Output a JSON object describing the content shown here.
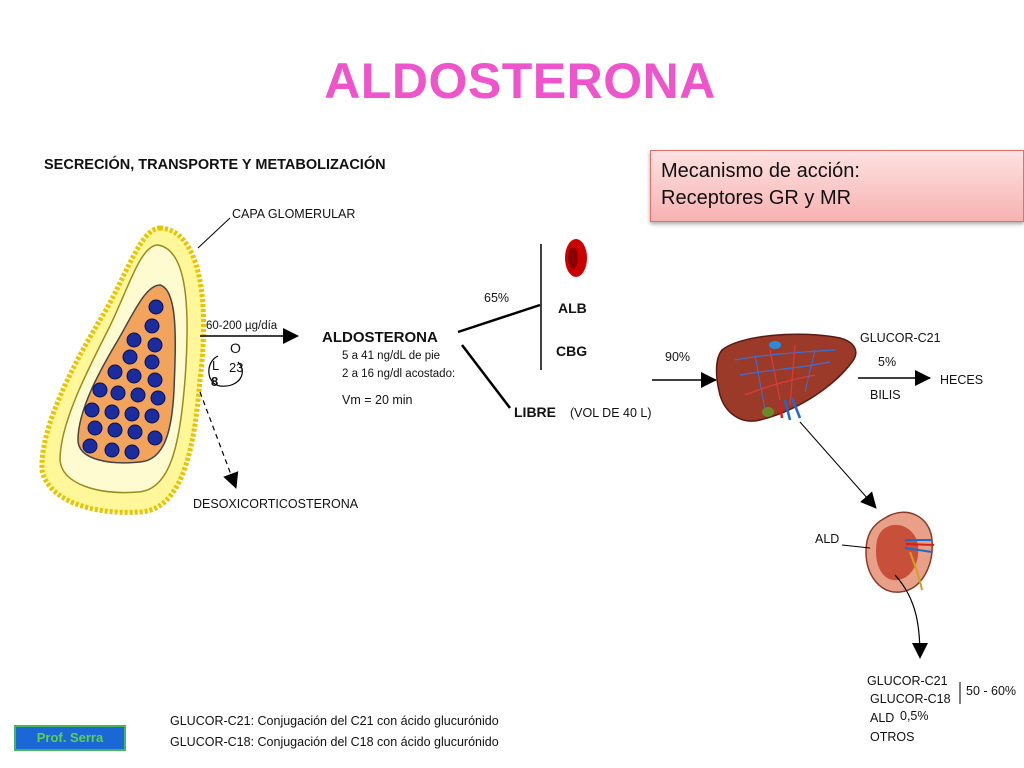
{
  "title": "ALDOSTERONA",
  "subtitle": "SECRECIÓN, TRANSPORTE Y METABOLIZACIÓN",
  "mechanism": {
    "line1": "Mecanismo de acción:",
    "line2": "Receptores GR y MR"
  },
  "gland": {
    "capa_label": "CAPA GLOMERULAR",
    "secretion_rate": "60-200 µg/día",
    "ring_O": "O",
    "ring_L": "L",
    "ring_23": "23",
    "ring_8": "8",
    "doc_label": "DESOXICORTICOSTERONA"
  },
  "aldosterone": {
    "name": "ALDOSTERONA",
    "standing": "5 a 41 ng/dL de pie",
    "lying": "2 a 16 ng/dl acostado:",
    "vm": "Vm = 20 min"
  },
  "transport": {
    "pct_bound": "65%",
    "alb": "ALB",
    "cbg": "CBG",
    "libre": "LIBRE",
    "libre_vol": "(VOL DE 40 L)"
  },
  "liver": {
    "pct_in": "90%",
    "glucor_c21": "GLUCOR-C21",
    "pct_bile": "5%",
    "bilis": "BILIS",
    "heces": "HECES"
  },
  "kidney": {
    "ald": "ALD",
    "out_c21": "GLUCOR-C21",
    "out_c18": "GLUCOR-C18",
    "out_pct_glucor": "50 - 60%",
    "out_ald": "ALD",
    "out_pct_ald": "0,5%",
    "out_otros": "OTROS"
  },
  "footnotes": {
    "c21": "GLUCOR-C21: Conjugación del C21 con ácido glucurónido",
    "c18": "GLUCOR-C18: Conjugación del C18 con ácido glucurónido"
  },
  "author": "Prof. Serra",
  "colors": {
    "title": "#ee55cc",
    "mech_box": "#f7b2b2",
    "gland_outer": "#fff799",
    "gland_border": "#e8c400",
    "gland_cortex": "#f2a35c",
    "gland_cells": "#1a2c9e",
    "rbc": "#cc0000",
    "liver": "#9c3a2a",
    "author_bg": "#1b67d6",
    "author_text": "#5fd04f"
  }
}
